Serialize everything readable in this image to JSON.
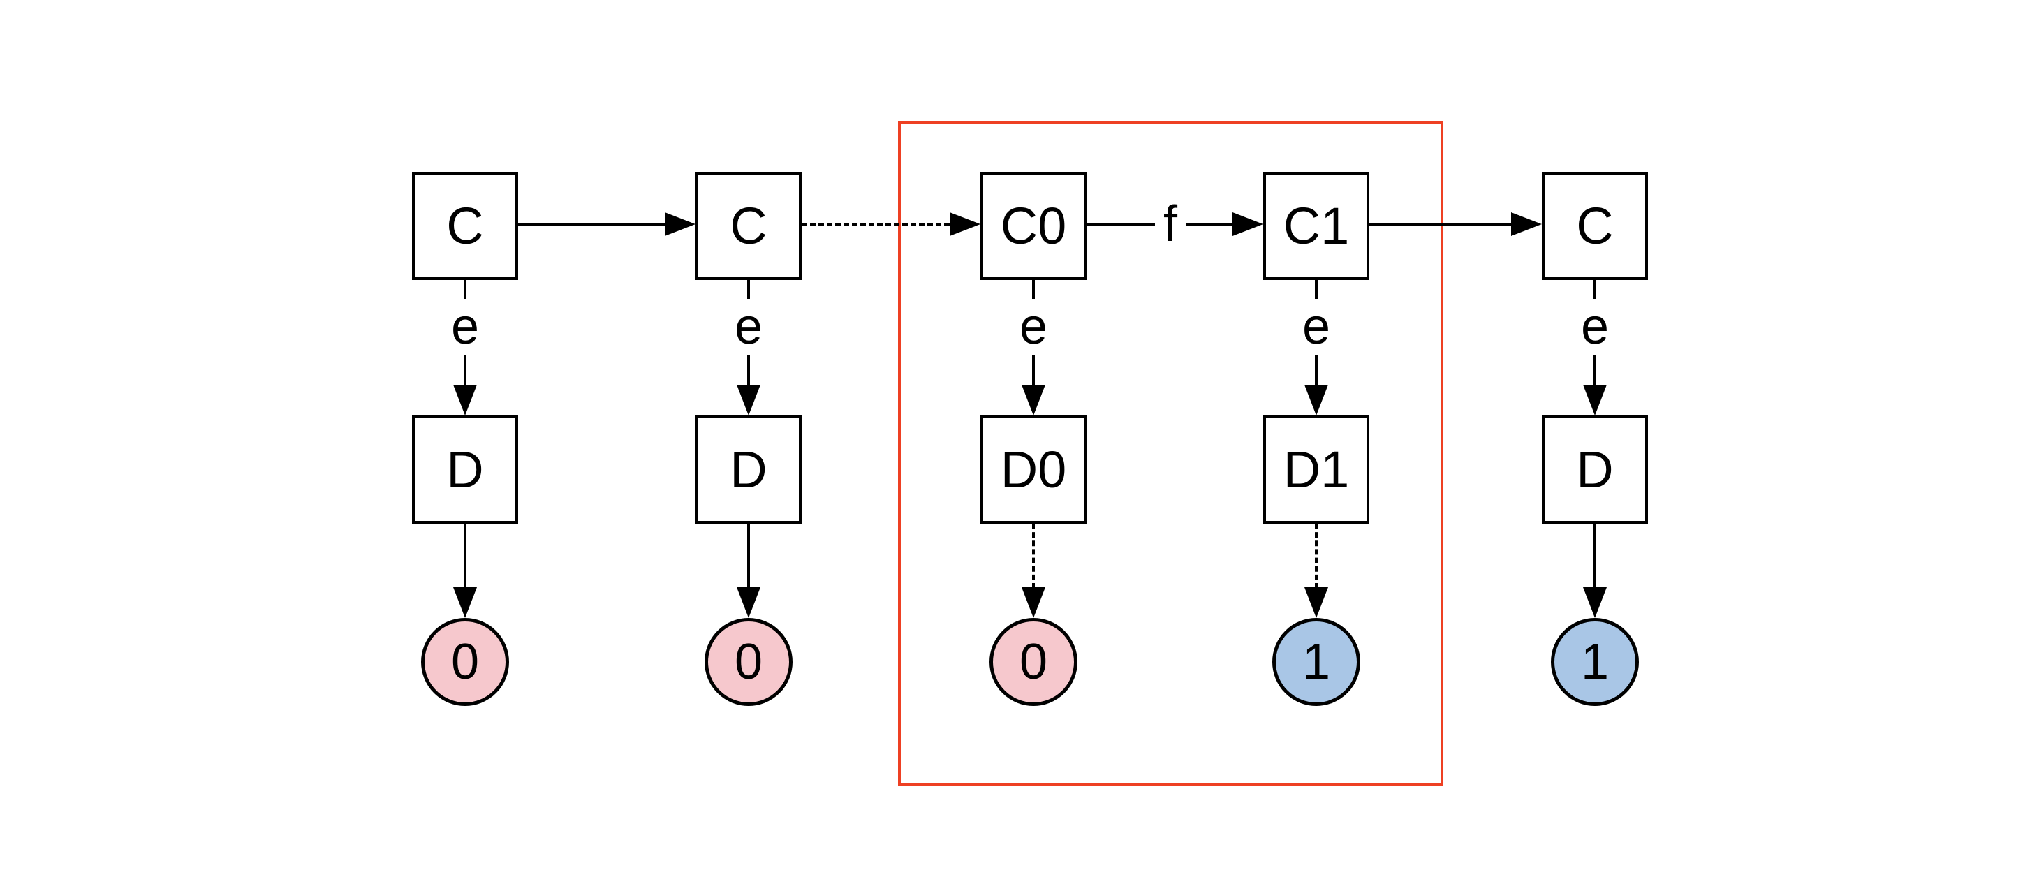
{
  "diagram": {
    "description_labels": {
      "emission_edge": "e",
      "function_edge": "f"
    },
    "columns": [
      {
        "top_label": "C",
        "bottom_label": "D",
        "output_value": "0",
        "output_color_name": "pink"
      },
      {
        "top_label": "C",
        "bottom_label": "D",
        "output_value": "0",
        "output_color_name": "pink"
      },
      {
        "top_label": "C0",
        "bottom_label": "D0",
        "output_value": "0",
        "output_color_name": "pink"
      },
      {
        "top_label": "C1",
        "bottom_label": "D1",
        "output_value": "1",
        "output_color_name": "blue"
      },
      {
        "top_label": "C",
        "bottom_label": "D",
        "output_value": "1",
        "output_color_name": "blue"
      }
    ],
    "colors": {
      "pink": "#f6c8cd",
      "blue": "#a9c6e6",
      "highlight_box": "#ee4023",
      "stroke": "#000000",
      "background": "#ffffff"
    }
  }
}
